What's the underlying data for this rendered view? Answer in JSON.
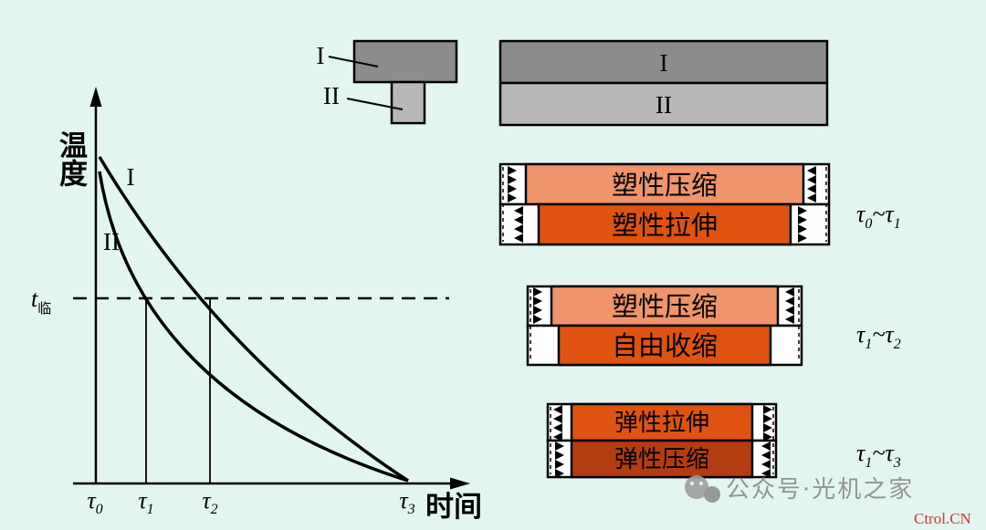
{
  "colors": {
    "background": "#e3f5f0",
    "bar_dark_gray": "#8c8c8c",
    "bar_light_gray": "#b8b8b8",
    "plastic_compression_orange": "#f0956b",
    "plastic_tension_orange": "#e0520f",
    "elastic_compression_brick": "#b53b10",
    "line_black": "#000000",
    "watermark_gray": "#8a8a8a",
    "brand_red": "#c4271d"
  },
  "graph": {
    "y_axis_label": "温度",
    "x_axis_label": "时间",
    "critical_temp_label": {
      "base": "t",
      "sub": "临"
    },
    "curve_1_label": "I",
    "curve_2_label": "II",
    "x_ticks": [
      {
        "base": "τ",
        "sub": "0"
      },
      {
        "base": "τ",
        "sub": "1"
      },
      {
        "base": "τ",
        "sub": "2"
      },
      {
        "base": "τ",
        "sub": "3"
      }
    ]
  },
  "cross_section": {
    "flange_label": "I",
    "stem_label": "II"
  },
  "separated_bars": {
    "bar1_label": "I",
    "bar2_label": "II"
  },
  "stages": [
    {
      "top_text": "塑性压缩",
      "bottom_text": "塑性拉伸",
      "range": {
        "a": "τ",
        "a_sub": "0",
        "tilde": "~",
        "b": "τ",
        "b_sub": "1"
      }
    },
    {
      "top_text": "塑性压缩",
      "bottom_text": "自由收缩",
      "range": {
        "a": "τ",
        "a_sub": "1",
        "tilde": "~",
        "b": "τ",
        "b_sub": "2"
      }
    },
    {
      "top_text": "弹性拉伸",
      "bottom_text": "弹性压缩",
      "range": {
        "a": "τ",
        "a_sub": "1",
        "tilde": "~",
        "b": "τ",
        "b_sub": "3"
      }
    }
  ],
  "watermark": {
    "account_text": "公众号·光机之家",
    "brand_text": "Ctrol.CN"
  }
}
